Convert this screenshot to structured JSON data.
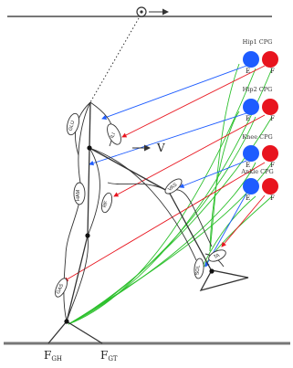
{
  "cpg": {
    "hip1": "Hip1 CPG",
    "hip2": "Hip2 CPG",
    "knee": "Knee CPG",
    "ankle": "Ankle CPG",
    "e": "E",
    "f": "F"
  },
  "velocity": "V",
  "muscles": {
    "glu": "GLU",
    "ili": "ILI",
    "ham": "HAM",
    "rf": "RF",
    "vas": "VAS",
    "gas": "GAS",
    "sol": "SOL",
    "ta": "TA"
  },
  "forces": {
    "f": "F",
    "gh_sub": "GH",
    "gt_sub": "GT"
  },
  "colors": {
    "extensor": "#1e5cff",
    "flexor": "#e8141e",
    "feedback": "#2cc02c",
    "line": "#333333",
    "rail": "#777777"
  }
}
